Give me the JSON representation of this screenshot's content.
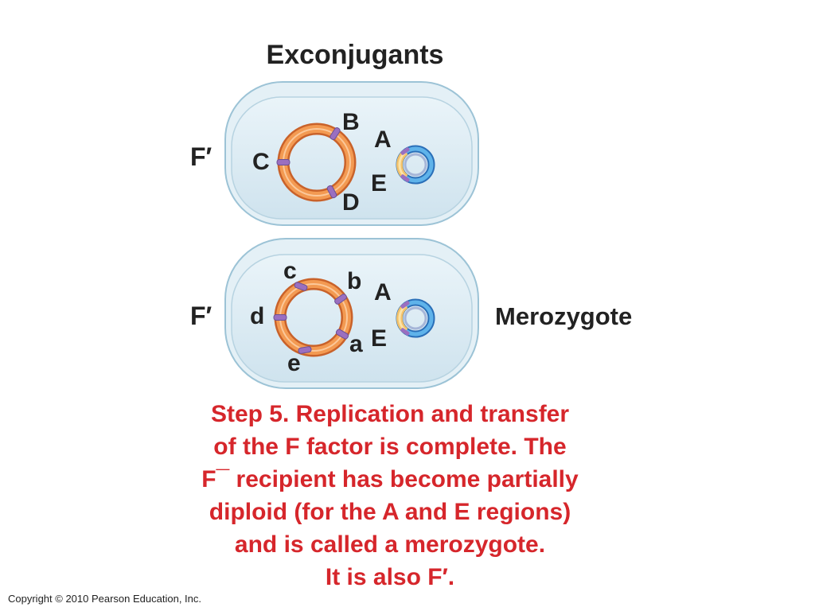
{
  "title": "Exconjugants",
  "top_cell": {
    "fertility_label": "F′",
    "chromosome_labels": {
      "B": "B",
      "C": "C",
      "D": "D"
    },
    "plasmid_labels": {
      "A": "A",
      "E": "E"
    }
  },
  "bottom_cell": {
    "fertility_label": "F′",
    "chromosome_labels": {
      "c": "c",
      "b": "b",
      "d": "d",
      "a": "a",
      "e": "e"
    },
    "plasmid_labels": {
      "A": "A",
      "E": "E"
    },
    "side_label": "Merozygote"
  },
  "caption": {
    "lines": [
      "Step 5. Replication and transfer",
      "of the F factor is complete. The",
      "F¯ recipient has become partially",
      "diploid (for the A and E regions)",
      "and is called a merozygote.",
      "It is also F′."
    ]
  },
  "copyright": "Copyright © 2010 Pearson Education, Inc.",
  "colors": {
    "cell_fill": "#d9ebf3",
    "cell_edge": "#9cc3d6",
    "chromosome": "#f08a3c",
    "plasmid": "#3b8fd8",
    "plasmid_inner": "#a6b6d8",
    "gene_marker": "#9a6fc0",
    "caption": "#d6262b"
  }
}
